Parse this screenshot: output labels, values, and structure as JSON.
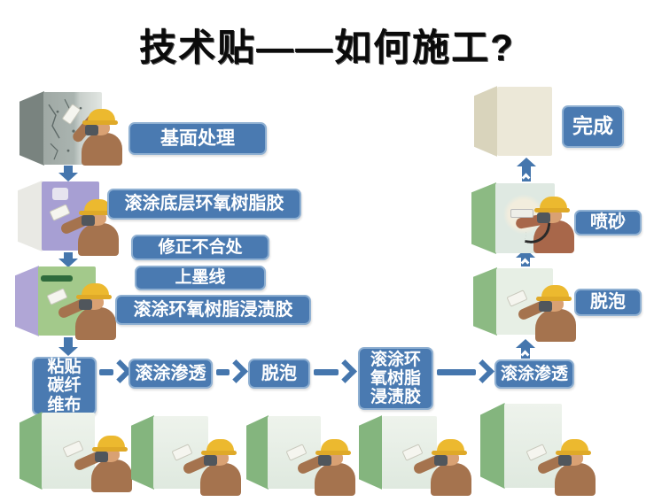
{
  "title": "技术贴——如何施工?",
  "palette": {
    "label_blue": "#4a7ab1",
    "label_border": "#8fb0d2",
    "arrow_blue": "#4576ad"
  },
  "steps": {
    "base_treatment": "基面处理",
    "roll_primer": "滚涂底层环氧树脂胶",
    "fix_defects": "修正不合处",
    "ink_line": "上墨线",
    "roll_impregnate": "滚涂环氧树脂浸渍胶",
    "paste_carbon_lines": [
      "粘贴",
      "碳纤",
      "维布"
    ],
    "roll_penetrate_a": "滚涂渗透",
    "defoam_a": "脱泡",
    "roll_epoxy_lines": [
      "滚涂环",
      "氧树脂",
      "浸渍胶"
    ],
    "roll_penetrate_b": "滚涂渗透",
    "defoam_b": "脱泡",
    "sandblast": "喷砂",
    "finish": "完成"
  }
}
